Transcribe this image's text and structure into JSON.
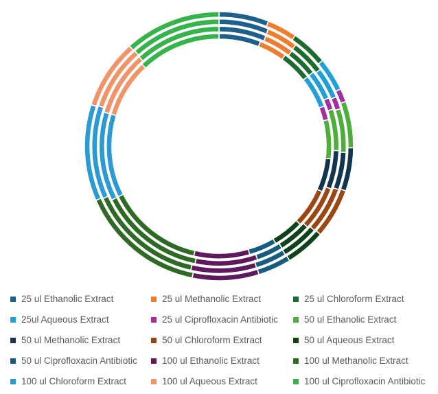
{
  "chart_data": {
    "type": "doughnut",
    "title": "",
    "legend_position": "bottom",
    "series": [
      {
        "name": "25 ul Ethanolic Extract",
        "color": "#1F5F8B"
      },
      {
        "name": "25 ul Methanolic Extract",
        "color": "#ED7D31"
      },
      {
        "name": "25 ul Chloroform Extract",
        "color": "#1E6B2E"
      },
      {
        "name": "25ul Aqueous Extract",
        "color": "#21A0D8"
      },
      {
        "name": "25 ul Ciprofloxacin Antibiotic",
        "color": "#A0309E"
      },
      {
        "name": "50 ul Ethanolic Extract",
        "color": "#4EAE3C"
      },
      {
        "name": "50 ul Methanolic Extract",
        "color": "#12354F"
      },
      {
        "name": "50 ul Chloroform Extract",
        "color": "#9A4713"
      },
      {
        "name": "50 ul Aqueous Extract",
        "color": "#0F4219"
      },
      {
        "name": "50 ul Ciprofloxacin Antibiotic",
        "color": "#175B7E"
      },
      {
        "name": "100 ul Ethanolic Extract",
        "color": "#5E1A5C"
      },
      {
        "name": "100 ul Methanolic Extract",
        "color": "#2F6A24"
      },
      {
        "name": "100 ul Chloroform Extract",
        "color": "#2D9BD3"
      },
      {
        "name": "100 ul Aqueous Extract",
        "color": "#F0956A"
      },
      {
        "name": "100 ul Ciprofloxacin Antibiotic",
        "color": "#36B34A"
      }
    ],
    "rings": [
      {
        "values": [
          15,
          10,
          11,
          12,
          5,
          14,
          12,
          14,
          11,
          10,
          20,
          35,
          30,
          21,
          30
        ]
      },
      {
        "values": [
          16,
          10,
          10,
          10,
          4,
          14,
          13,
          15,
          11,
          9,
          21,
          36,
          30,
          22,
          29
        ]
      },
      {
        "values": [
          16,
          10,
          11,
          10,
          4,
          14,
          12,
          15,
          12,
          10,
          21,
          37,
          30,
          21,
          29
        ]
      },
      {
        "values": [
          15,
          9,
          11,
          10,
          4,
          14,
          13,
          15,
          12,
          10,
          20,
          38,
          29,
          21,
          29
        ]
      }
    ]
  }
}
